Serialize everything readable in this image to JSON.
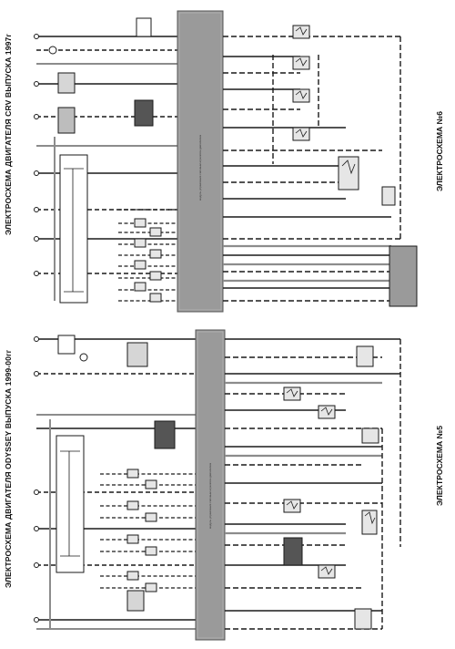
{
  "diagram_upper": {
    "title": "ЭЛЕКТРОСХЕМА ДВИГАТЕЛЯ CRV ВЫПУСКА 1997г",
    "caption": "ЭЛЕКТРОСХЕМА №6",
    "ecu_label": "модуль управления силовым агрегатом двигателем"
  },
  "diagram_lower": {
    "title": "ЭЛЕКТРОСХЕМА ДВИГАТЕЛЯ ODYSSEY ВЫПУСКА 1999-00гг",
    "caption": "ЭЛЕКТРОСХЕМА №5",
    "ecu_label": "модуль управления силовым агрегатом двигателем"
  },
  "colors": {
    "ink": "#1a1a1a",
    "module_fill": "#9a9a9a",
    "module_dark": "#555555",
    "box_fill": "#d6d6d6",
    "gray_wire": "#8c8c8c"
  }
}
